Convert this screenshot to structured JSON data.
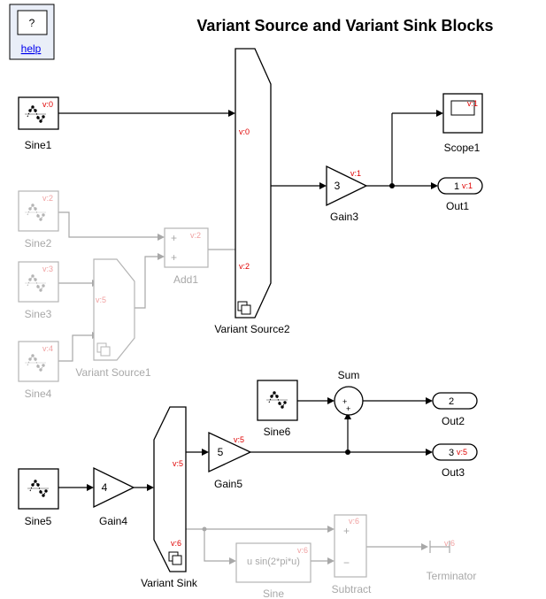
{
  "title": "Variant Source and Variant Sink Blocks",
  "help": {
    "glyph": "?",
    "link": "help"
  },
  "blocks": {
    "sine1": {
      "label": "Sine1",
      "tag": "v:0"
    },
    "sine2": {
      "label": "Sine2",
      "tag": "v:2"
    },
    "sine3": {
      "label": "Sine3",
      "tag": "v:3"
    },
    "sine4": {
      "label": "Sine4",
      "tag": "v:4"
    },
    "sine5": {
      "label": "Sine5"
    },
    "sine6": {
      "label": "Sine6"
    },
    "add1": {
      "label": "Add1",
      "tag": "v:2",
      "plus1": "+",
      "plus2": "+"
    },
    "variant_source1": {
      "label": "Variant Source1",
      "tag": "v:5"
    },
    "variant_source2": {
      "label": "Variant Source2",
      "tag_top": "v:0",
      "tag_bottom": "v:2"
    },
    "gain3": {
      "label": "Gain3",
      "value": "3",
      "tag": "v:1"
    },
    "gain4": {
      "label": "Gain4",
      "value": "4"
    },
    "gain5": {
      "label": "Gain5",
      "value": "5",
      "tag": "v:5"
    },
    "scope1": {
      "label": "Scope1",
      "tag": "v:1"
    },
    "out1": {
      "label": "Out1",
      "port": "1",
      "tag": "v:1"
    },
    "out2": {
      "label": "Out2",
      "port": "2"
    },
    "out3": {
      "label": "Out3",
      "port": "3",
      "tag": "v:5"
    },
    "sum": {
      "label": "Sum",
      "plus1": "+",
      "plus2": "+"
    },
    "variant_sink": {
      "label": "Variant Sink",
      "tag_top": "v:5",
      "tag_bottom": "v:6"
    },
    "sine_fn": {
      "label": "Sine",
      "expr": "u sin(2*pi*u)",
      "tag": "v:6"
    },
    "subtract": {
      "label": "Subtract",
      "tag": "v:6",
      "plus": "+",
      "minus": "−"
    },
    "terminator": {
      "label": "Terminator",
      "tag": "v:6"
    }
  }
}
